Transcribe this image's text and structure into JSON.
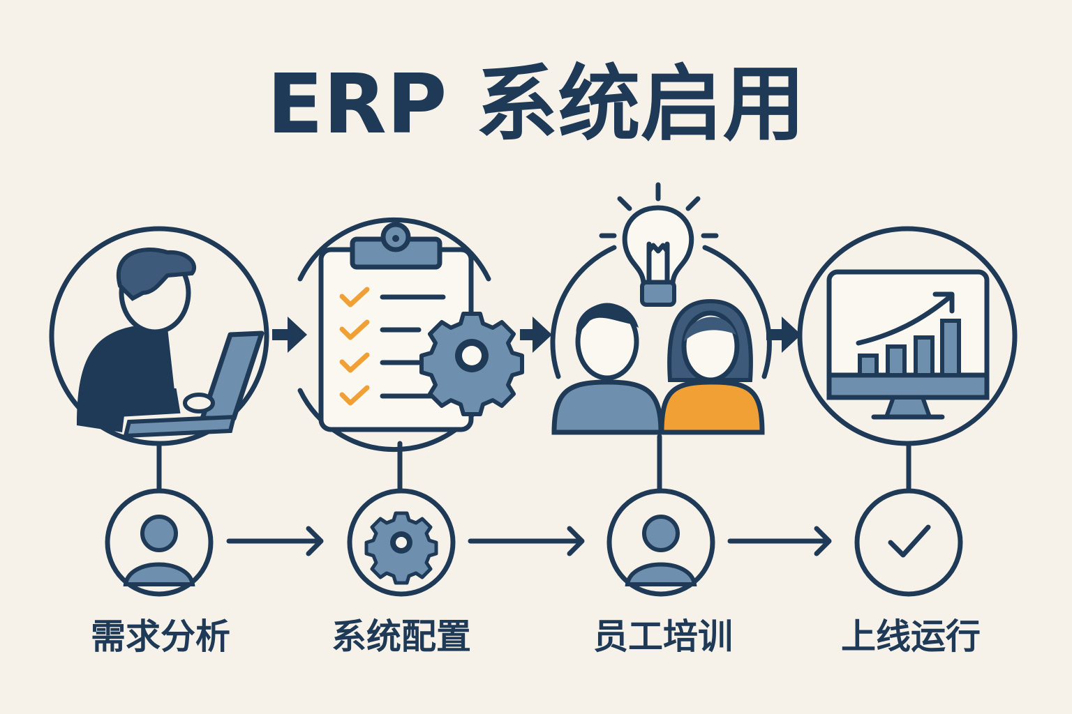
{
  "title": "ERP 系统启用",
  "colors": {
    "background": "#f7f2e9",
    "navy": "#1f3a56",
    "steel_blue": "#6f8fae",
    "orange": "#f0a035"
  },
  "steps": [
    {
      "label": "需求分析",
      "main_icon": "person-at-laptop-icon",
      "small_icon": "user-icon"
    },
    {
      "label": "系统配置",
      "main_icon": "clipboard-checklist-gear-icon",
      "small_icon": "gear-icon"
    },
    {
      "label": "员工培训",
      "main_icon": "team-lightbulb-icon",
      "small_icon": "user-icon"
    },
    {
      "label": "上线运行",
      "main_icon": "monitor-growth-chart-icon",
      "small_icon": "check-icon"
    }
  ]
}
